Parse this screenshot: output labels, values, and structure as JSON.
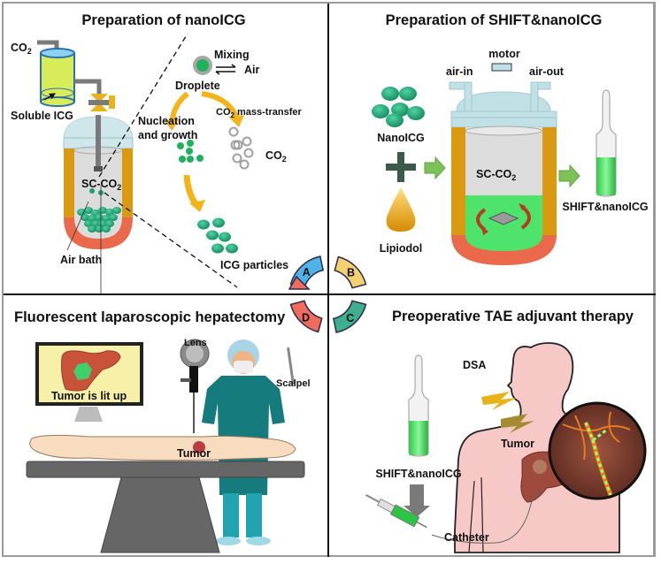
{
  "panels": {
    "a": {
      "title": "Preparation of nanoICG",
      "co2_inlet": "CO",
      "co2_sub": "2",
      "soluble_icg": "Soluble ICG",
      "vessel_label": "SC-CO",
      "vessel_sub": "2",
      "air_bath": "Air bath",
      "mixing": "Mixing",
      "air": "Air",
      "droplete": "Droplete",
      "nucleation_line1": "Nucleation",
      "nucleation_line2": "and growth",
      "mass_transfer_prefix": "CO",
      "mass_transfer_sub": "2",
      "mass_transfer_suffix": " mass-transfer",
      "co2_bubbles": "CO",
      "co2_bubbles_sub": "2",
      "icg_particles": "ICG particles"
    },
    "b": {
      "title": "Preparation of SHIFT&nanoICG",
      "motor": "motor",
      "air_in": "air-in",
      "air_out": "air-out",
      "nanoicg": "NanoICG",
      "lipiodol": "Lipiodol",
      "vessel_label": "SC-CO",
      "vessel_sub": "2",
      "product": "SHIFT&nanoICG"
    },
    "c": {
      "title": "Preoperative TAE adjuvant therapy",
      "dsa": "DSA",
      "tumor": "Tumor",
      "product": "SHIFT&nanoICG",
      "catheter": "Catheter"
    },
    "d": {
      "title": "Fluorescent laparoscopic hepatectomy",
      "monitor_text": "Tumor is lit up",
      "lens": "Lens",
      "scalpel": "Scalpel",
      "tumor": "Tumor"
    }
  },
  "cycle": {
    "steps": [
      {
        "letter": "A",
        "color": "#4fb3e8"
      },
      {
        "letter": "B",
        "color": "#f4d06f"
      },
      {
        "letter": "C",
        "color": "#3fae8c"
      },
      {
        "letter": "D",
        "color": "#ef6b5b"
      }
    ]
  },
  "colors": {
    "icg_green": "#1f9e6e",
    "vessel_orange": "#d99a12",
    "bath_red": "#e9694a",
    "lid_blue": "#bfe0e4",
    "fluid_green": "#4ee36a",
    "arrow_yellow": "#f2b418",
    "arrow_green": "#7cc257",
    "skin_pink": "#f7c9c6"
  }
}
